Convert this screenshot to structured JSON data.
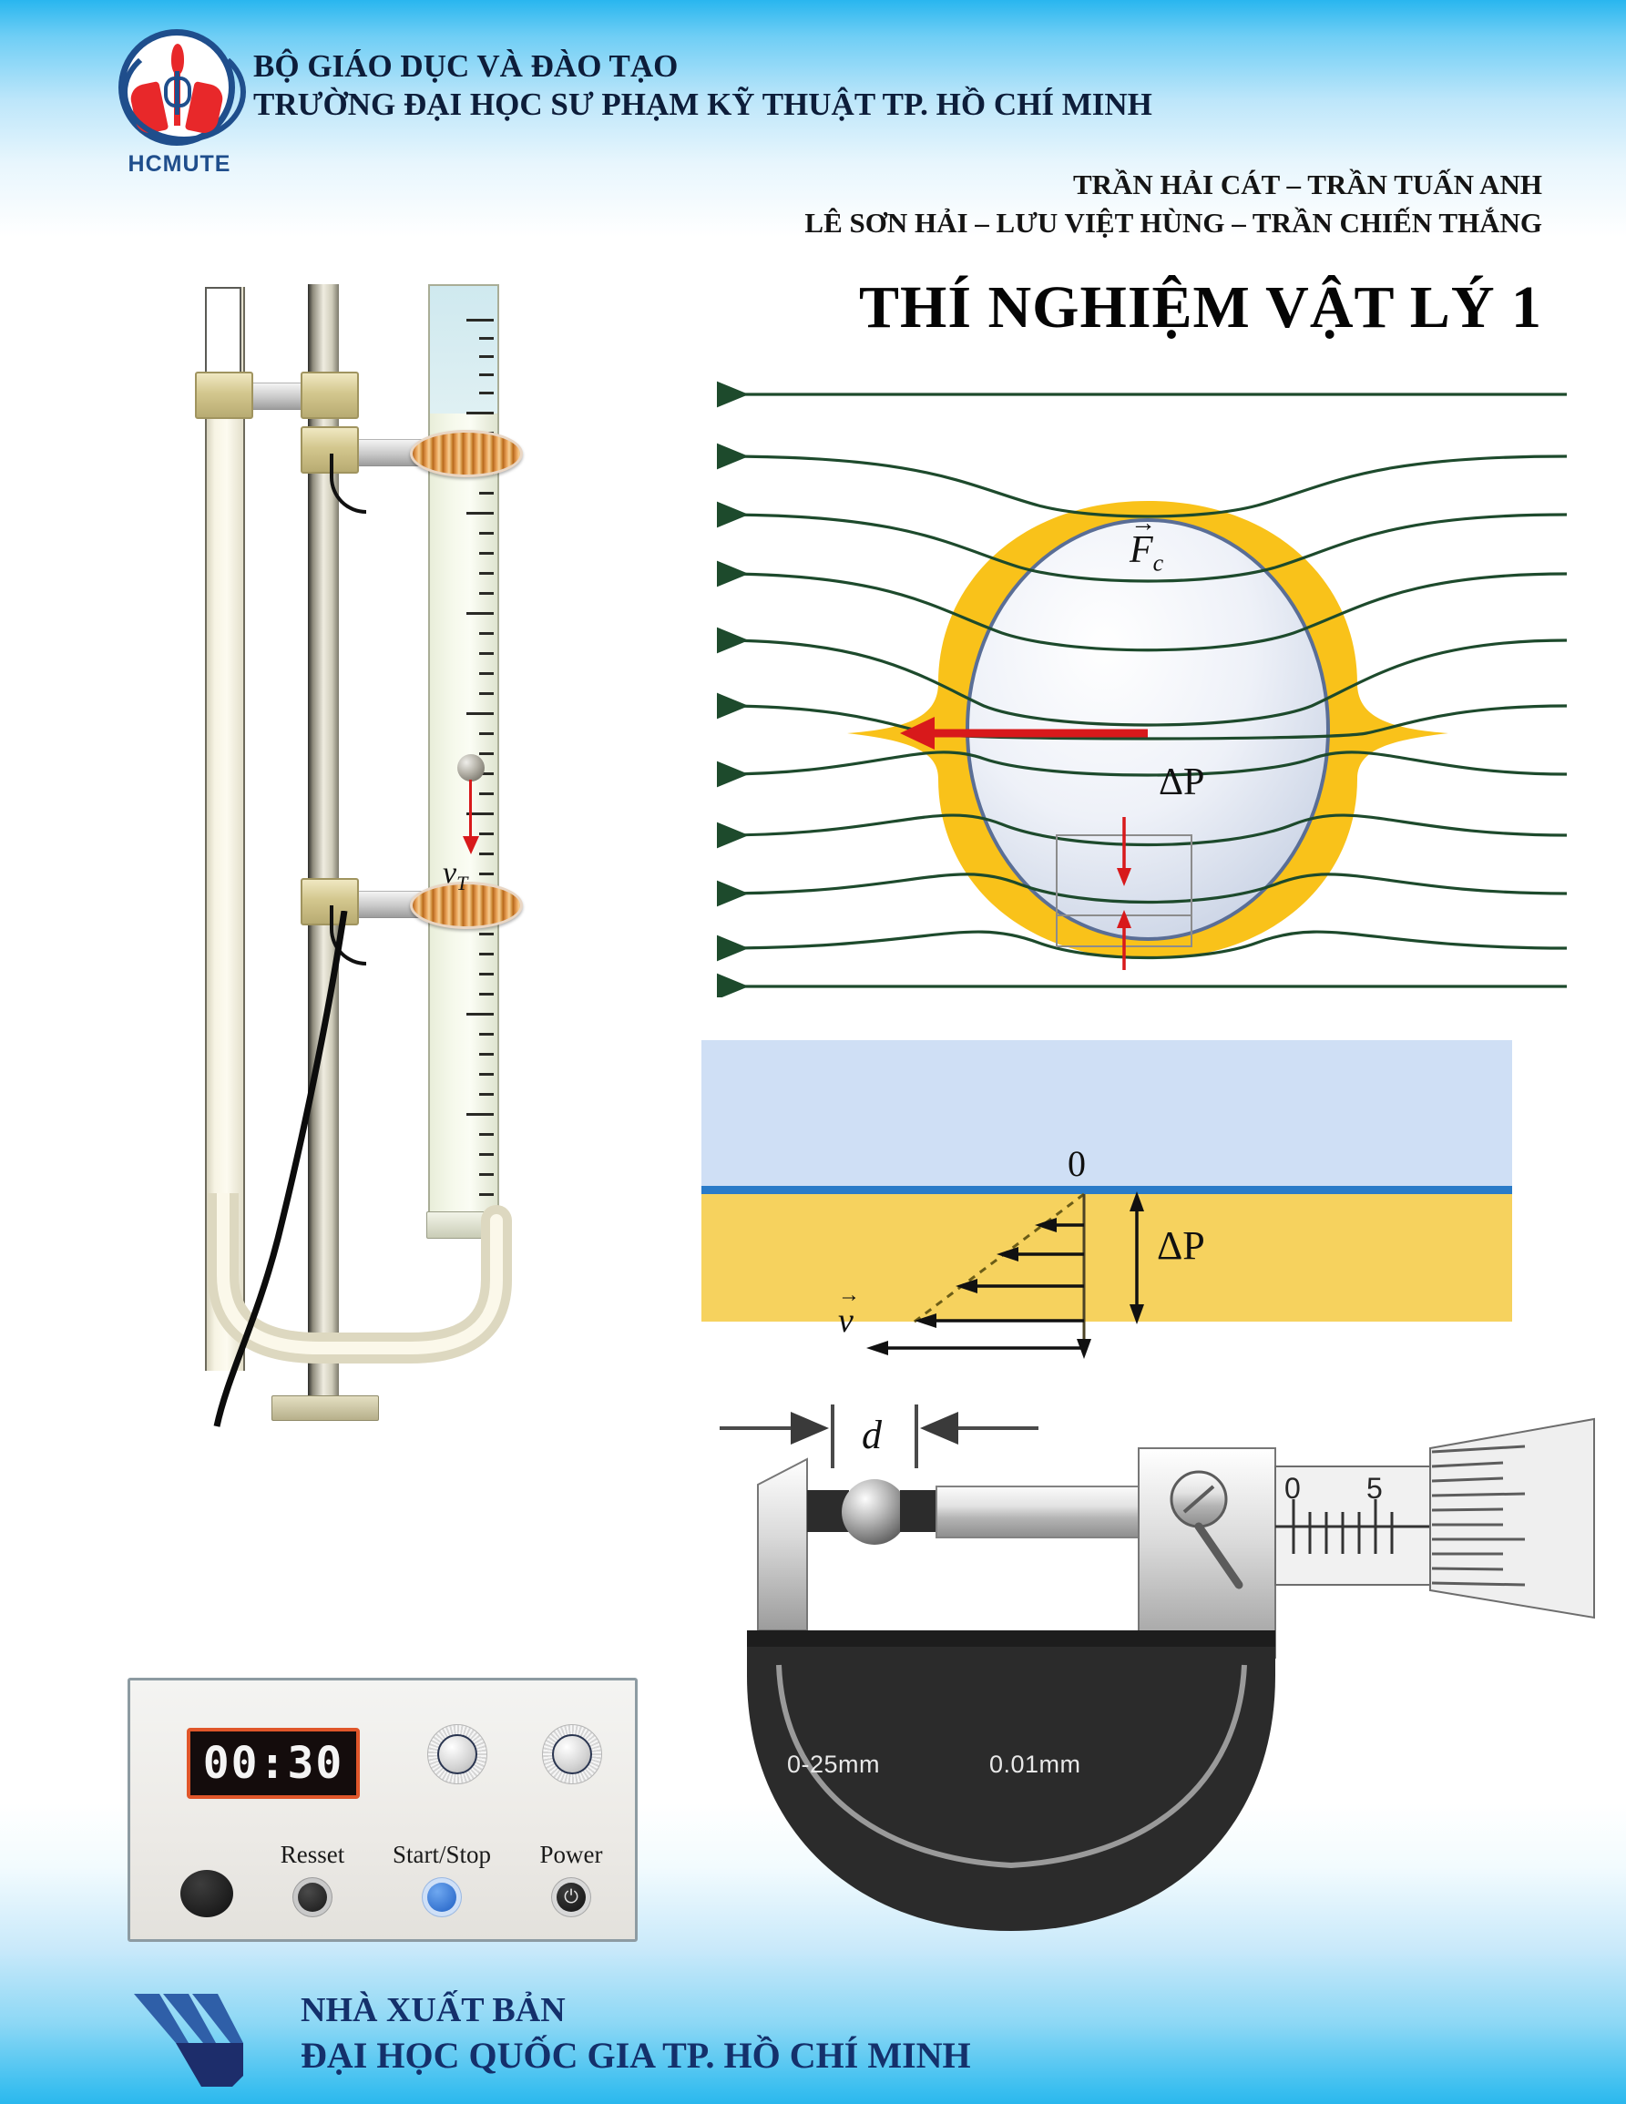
{
  "header": {
    "logo_name": "HCMUTE",
    "org_lines": [
      "BỘ GIÁO DỤC VÀ ĐÀO TẠO",
      "TRƯỜNG ĐẠI HỌC SƯ PHẠM KỸ THUẬT TP. HỒ CHÍ MINH"
    ],
    "authors": [
      "TRẦN HẢI CÁT  – TRẦN TUẤN ANH",
      "LÊ SƠN HẢI – LƯU VIỆT HÙNG – TRẦN CHIẾN THẮNG"
    ],
    "title": "THÍ NGHIỆM VẬT LÝ 1"
  },
  "apparatus": {
    "falling_ball_label": "v",
    "falling_ball_sub": "T"
  },
  "timer": {
    "display": "00:30",
    "buttons": [
      {
        "label": "Resset"
      },
      {
        "label": "Start/Stop"
      },
      {
        "label": "Power"
      }
    ],
    "power_glyph": "⏻"
  },
  "fig_stream": {
    "force_label": "F",
    "force_sub": "c",
    "pressure_label": "ΔP"
  },
  "fig_velocity": {
    "zero_label": "0",
    "pressure_label": "ΔP",
    "velocity_label": "v"
  },
  "fig_micrometer": {
    "diameter_label": "d",
    "range_label": "0-25mm",
    "precision_label": "0.01mm",
    "sleeve_ticks": [
      "0",
      "5"
    ]
  },
  "footer": {
    "publisher_lines": [
      "NHÀ XUẤT BẢN",
      "ĐẠI HỌC QUỐC GIA TP. HỒ CHÍ MINH"
    ]
  },
  "colors": {
    "background_top": "#29b6ef",
    "background_bottom": "#2ab8ee",
    "org_text": "#0d1d3a",
    "publisher_text": "#14306b",
    "streamline": "#1d4a2c",
    "boundary_layer": "#f9c21a",
    "force_arrow": "#d8191b",
    "fluid_blue": "#cfdff5",
    "fluid_yellow": "#f6d25e",
    "interface_line": "#2a7bc8",
    "lcd_background": "#140c0c",
    "lcd_bezel": "#e0562a"
  }
}
